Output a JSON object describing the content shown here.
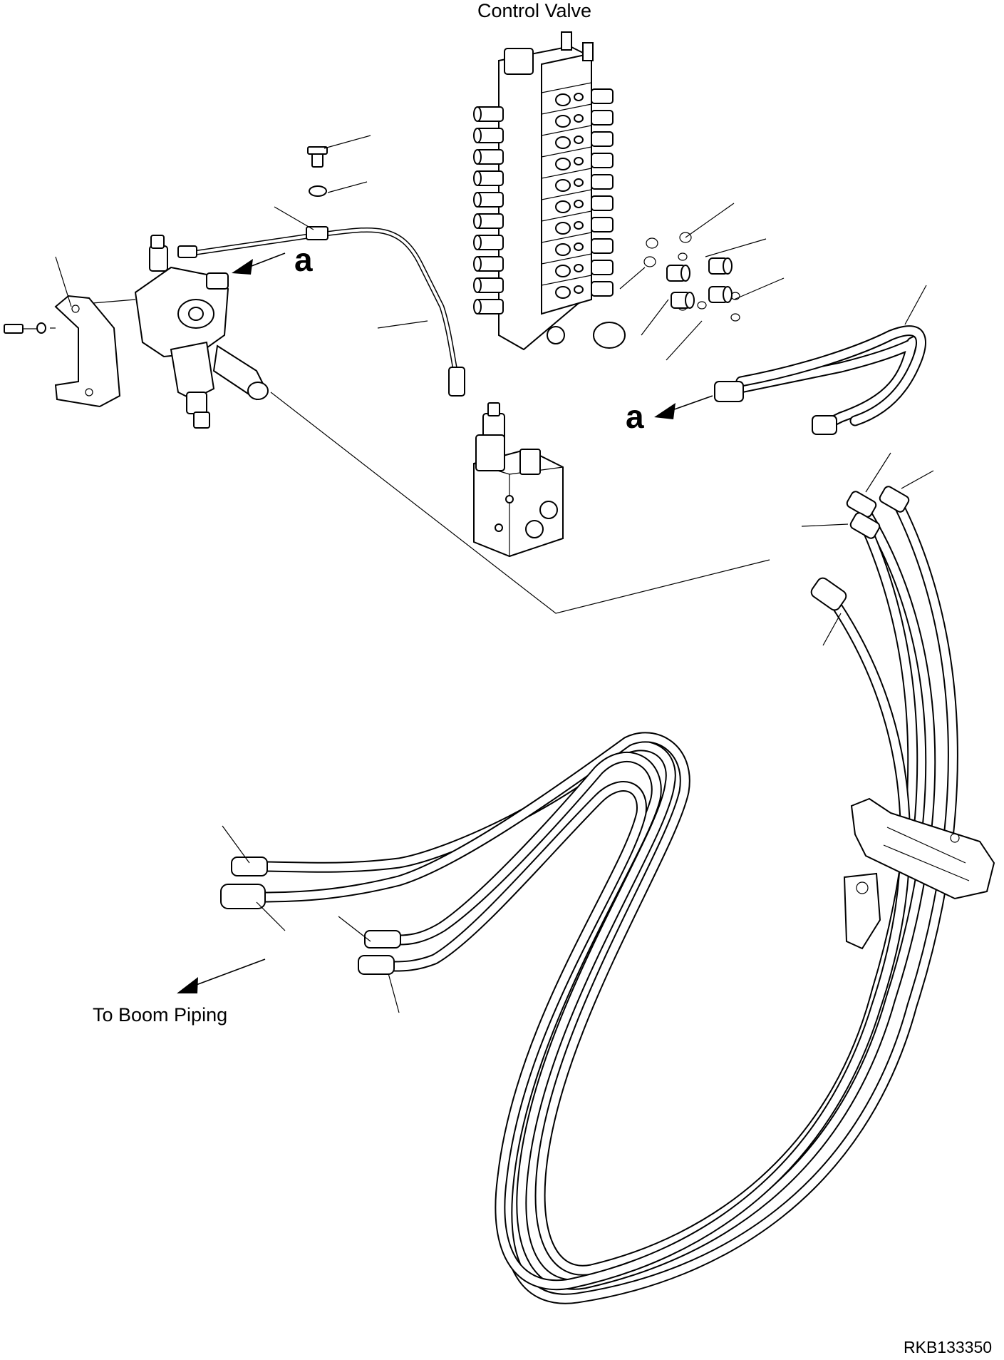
{
  "labels": {
    "control_valve": "Control Valve",
    "callout_a_upper": "a",
    "callout_a_right": "a",
    "to_boom_piping": "To Boom Piping",
    "drawing_number": "RKB133350"
  },
  "colors": {
    "ink": "#000000",
    "paper": "#ffffff"
  }
}
